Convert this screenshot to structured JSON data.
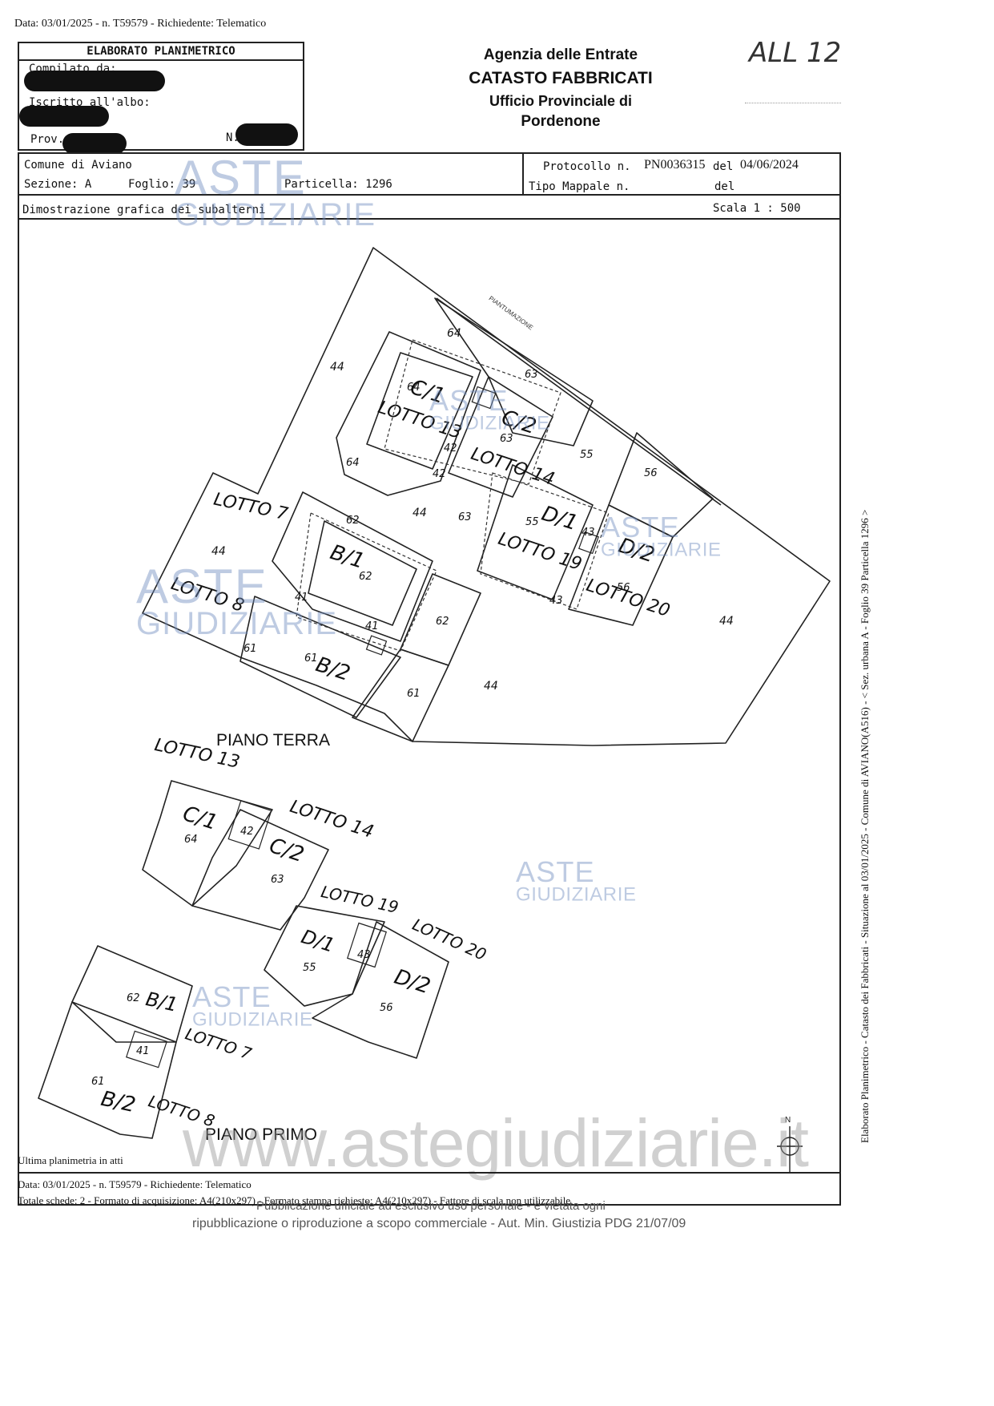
{
  "top_line": "Data: 03/01/2025 - n. T59579 - Richiedente: Telematico",
  "corner_note": "ALL 12",
  "left_box": {
    "title": "ELABORATO PLANIMETRICO",
    "compilato": "Compilato da:",
    "iscritto": "Iscritto all'albo:",
    "prov": "Prov.",
    "n": "N."
  },
  "agency": {
    "line1": "Agenzia delle Entrate",
    "line2": "CATASTO FABBRICATI",
    "line3": "Ufficio Provinciale di",
    "line4": "Pordenone"
  },
  "info": {
    "comune": "Comune di Aviano",
    "sezione": "Sezione: A",
    "foglio": "Foglio: 39",
    "particella": "Particella: 1296",
    "protocollo_label": "Protocollo n.",
    "protocollo_value": "PN0036315",
    "protocollo_del": "del",
    "protocollo_date": "04/06/2024",
    "tipo_mappale": "Tipo Mappale n.",
    "tipo_del": "del",
    "dimostrazione": "Dimostrazione grafica dei subalterni",
    "scala": "Scala 1 : 500"
  },
  "plan": {
    "piano_terra": "PIANO TERRA",
    "piano_primo": "PIANO PRIMO",
    "north": "N",
    "road": "PIANTUMAZIONE"
  },
  "side_text": "Elaborato Planimetrico - Catasto dei Fabbricati - Situazione al 03/01/2025 - Comune di AVIANO(A516) - < Sez. urbana A - Foglio 39 Particella 1296 >",
  "watermark": {
    "brand_top": "ASTE",
    "brand_bottom": "GIUDIZIARIE",
    "site": "www.astegiudiziarie.it"
  },
  "footer": {
    "ultima": "Ultima planimetria in atti",
    "data": "Data: 03/01/2025 - n. T59579 - Richiedente: Telematico",
    "totale": "Totale schede: 2 - Formato di acquisizione: A4(210x297) - Formato stampa richiesto: A4(210x297) - Fattore di scala non utilizzabile",
    "notice1": "Pubblicazione ufficiale ad esclusivo uso personale - è vietata ogni",
    "notice2": "ripubblicazione o riproduzione a scopo commerciale - Aut. Min. Giustizia PDG 21/07/09"
  },
  "labels": {
    "l44": "44",
    "l64": "64",
    "l63": "63",
    "l62": "62",
    "l61": "61",
    "l55": "55",
    "l56": "56",
    "l42": "42",
    "l41": "41",
    "l43": "43",
    "lot7": "LOTTO 7",
    "lot8": "LOTTO 8",
    "lot13": "LOTTO 13",
    "lot14": "LOTTO 14",
    "lot19": "LOTTO 19",
    "lot20": "LOTTO 20",
    "c1": "C/1",
    "c2": "C/2",
    "b1": "B/1",
    "b2": "B/2",
    "d1": "D/1",
    "d2": "D/2"
  }
}
